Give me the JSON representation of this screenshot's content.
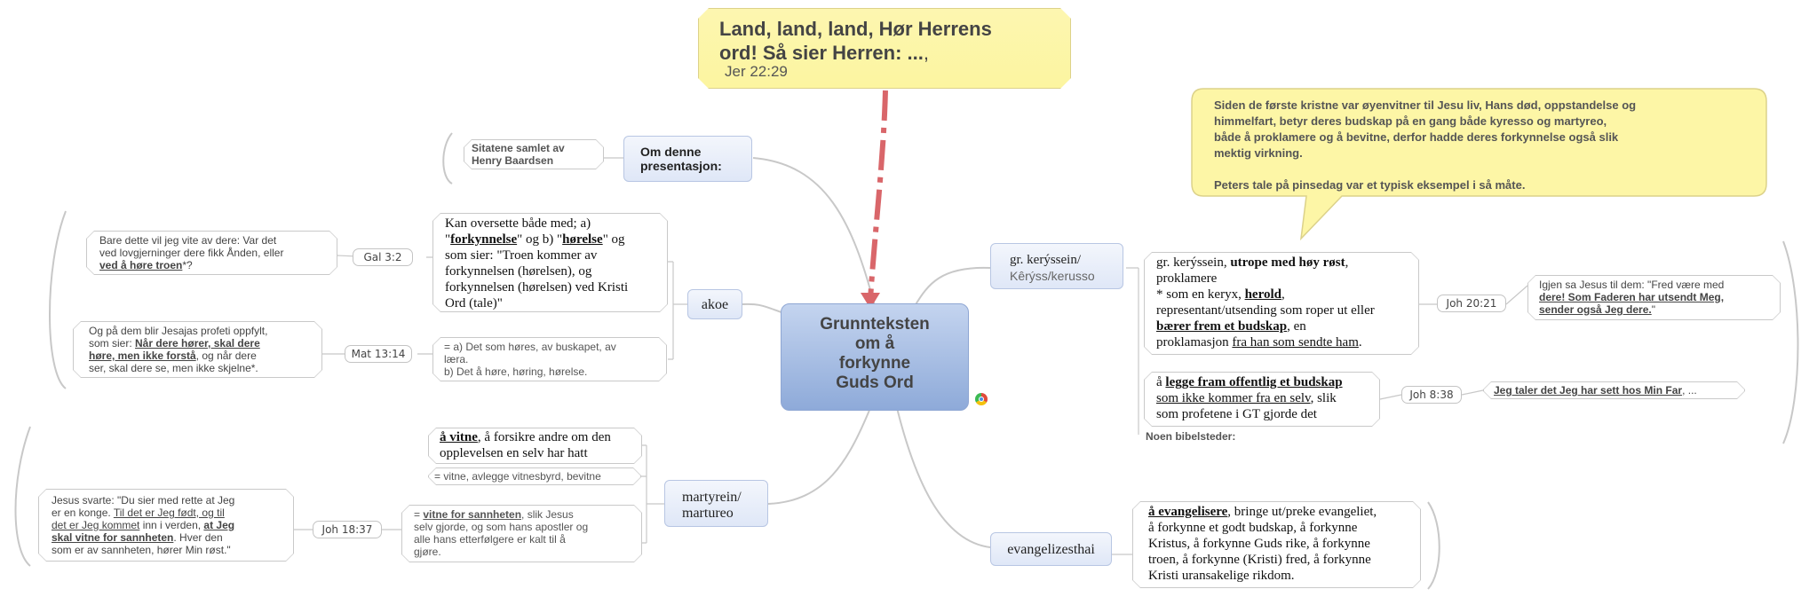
{
  "central": {
    "line1": "Grunnteksten",
    "line2": "om å",
    "line3": "forkynne",
    "line4": "Guds Ord"
  },
  "top_quote": {
    "line1": "Land, land, land, Hør Herrens",
    "line2": "ord! Så sier Herren: ...",
    "comma": ",",
    "ref": "Jer 22:29"
  },
  "about": {
    "label_line1": "Om denne",
    "label_line2": "presentasjon:",
    "note_line1": "Sitatene samlet av",
    "note_line2": "Henry Baardsen"
  },
  "akoe": {
    "label": "akoe",
    "text_l1": "Kan oversette både med; a)",
    "text_l2a": "\"",
    "text_l2b": "forkynnelse",
    "text_l2c": "\" og b) \"",
    "text_l2d": "hørelse",
    "text_l2e": "\" og",
    "text_l3": "som sier: \"Troen kommer av",
    "text_l4": "forkynnelsen (hørelsen), og",
    "text_l5": "forkynnelsen (hørelsen) ved Kristi",
    "text_l6": "Ord (tale)\"",
    "def_l1": "= a) Det som høres, av buskapet, av",
    "def_l2": "læra.",
    "def_l3": "b) Det å høre, høring, hørelse.",
    "gal_ref": "Gal 3:2",
    "gal_l1": "Bare dette vil jeg vite av dere: Var det",
    "gal_l2": "ved lovgjerninger dere fikk Ånden, eller",
    "gal_l3a": "ved å høre troen",
    "gal_l3b": "*?",
    "mat_ref": "Mat 13:14",
    "mat_l1": "Og på dem blir Jesajas profeti oppfylt,",
    "mat_l2a": "som sier: ",
    "mat_l2b": "Når dere hører, skal dere",
    "mat_l3a": "høre, men ikke forstå",
    "mat_l3b": ", og når dere",
    "mat_l4": "ser, skal dere se, men ikke skjelne*."
  },
  "martyrein": {
    "label_line1": "martyrein/",
    "label_line2": "martureo",
    "a_l1a": "å vitne",
    "a_l1b": ", å forsikre andre om den",
    "a_l2": "opplevelsen en selv har hatt",
    "def": "= vitne, avlegge vitnesbyrd, bevitne",
    "b_l1a": "= ",
    "b_l1b": "vitne for sannheten",
    "b_l1c": ", slik Jesus",
    "b_l2": "selv gjorde, og som hans apostler og",
    "b_l3": "alle hans etterfølgere er kalt til å",
    "b_l4": "gjøre.",
    "joh_ref": "Joh 18:37",
    "joh_l1": "Jesus svarte: \"Du sier med rette at Jeg",
    "joh_l2": "er en konge. ",
    "joh_l2u": "Til det er Jeg født, og til",
    "joh_l3u": "det er Jeg kommet",
    "joh_l3b": " inn i verden, ",
    "joh_l3c": "at Jeg",
    "joh_l4a": "skal vitne for sannheten",
    "joh_l4b": ". Hver den",
    "joh_l5": "som er av sannheten, hører Min røst.\""
  },
  "kerussein": {
    "label_line1": "gr. kerýssein/",
    "label_line2": "Kêrýss/kerusso",
    "t_l1a": "gr. kerýssein, ",
    "t_l1b": "utrope med høy røst",
    "t_l1c": ",",
    "t_l2": "proklamere",
    "t_l3a": "* som en keryx, ",
    "t_l3b": "herold",
    "t_l3c": ",",
    "t_l4": "representant/utsending som roper ut eller",
    "t_l5a": "bærer frem et budskap",
    "t_l5b": ", en",
    "t_l6a": "proklamasjon ",
    "t_l6b": "fra han som sendte ham",
    "t_l6c": ".",
    "joh2021_ref": "Joh 20:21",
    "j1_l1": "Igjen sa Jesus til dem: \"Fred være med",
    "j1_l2a": "dere! Som Faderen har utsendt Meg,",
    "j1_l3a": "sender også Jeg dere.",
    "j1_l3b": "\"",
    "p_l1a": "å ",
    "p_l1b": "legge fram offentlig et budskap",
    "p_l2a": "som ikke kommer fra en selv",
    "p_l2b": ", slik",
    "p_l3": "som profetene i GT gjorde det",
    "joh838_ref": "Joh 8:38",
    "j2a": "Jeg taler det Jeg har sett hos Min Far",
    "j2b": ", ...",
    "footer": "Noen bibelsteder:"
  },
  "callout": {
    "l1": "Siden de første kristne var øyenvitner til Jesu liv, Hans død, oppstandelse og",
    "l2": "himmelfart, betyr deres budskap på en gang både kyresso og martyreo,",
    "l3": "både å proklamere og å bevitne, derfor hadde deres forkynnelse også slik",
    "l4": "mektig virkning.",
    "l5": "Peters tale på pinsedag var et typisk eksempel i så måte."
  },
  "evangelizesthai": {
    "label": "evangelizesthai",
    "l1a": "å evangelisere",
    "l1b": ", bringe ut/preke evangeliet,",
    "l2": "å forkynne et godt budskap, å forkynne",
    "l3": "Kristus, å forkynne Guds rike, å forkynne",
    "l4": "troen, å forkynne (Kristi) fred, å forkynne",
    "l5": "Kristi uransakelige rikdom."
  },
  "colors": {
    "central_top": "#b9cdec",
    "central_bottom": "#8fa9d9",
    "callout": "#fdf6a6",
    "arrow": "#d9666a",
    "branch": "#c8c8c8"
  }
}
